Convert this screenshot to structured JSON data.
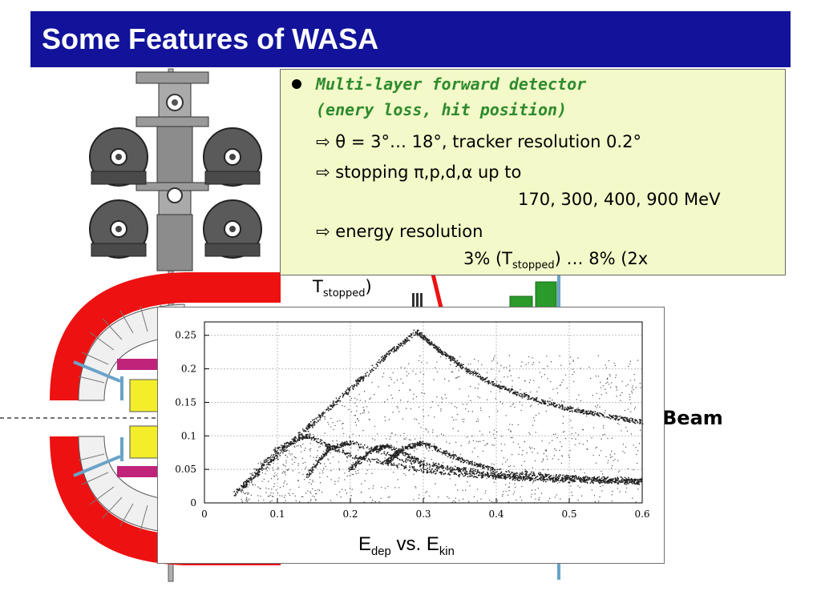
{
  "slide": {
    "title": "Some Features of WASA",
    "beam_label": "Beam"
  },
  "info_box": {
    "heading_line1": "Multi-layer forward detector",
    "heading_line2": "(enery loss, hit position)",
    "arrow_glyph": "⇨",
    "item1": "θ = 3°… 18°, tracker resolution 0.2°",
    "item2_a": "stopping π,p,d,α up to",
    "item2_b": "170, 300, 400, 900 MeV",
    "item3_a": "energy resolution",
    "item3_b_pre": "3% (T",
    "item3_b_sub": "stopped",
    "item3_b_mid": ") … 8% (2x",
    "item3_c_pre": "T",
    "item3_c_sub": "stopped",
    "item3_c_post": ")"
  },
  "plot": {
    "caption_main1": "E",
    "caption_sub1": "dep",
    "caption_mid": " vs. E",
    "caption_sub2": "kin"
  },
  "chart_data": {
    "type": "scatter",
    "title": "",
    "xlabel": "",
    "ylabel": "",
    "xlim": [
      0,
      0.6
    ],
    "ylim": [
      0,
      0.27
    ],
    "xticks": [
      "0",
      "0.1",
      "0.2",
      "0.3",
      "0.4",
      "0.5",
      "0.6"
    ],
    "yticks": [
      "0",
      "0.05",
      "0.1",
      "0.15",
      "0.2",
      "0.25"
    ],
    "grid": true,
    "series": [
      {
        "x": [
          0.04,
          0.1,
          0.15,
          0.2,
          0.25,
          0.29
        ],
        "y": [
          0.012,
          0.07,
          0.12,
          0.17,
          0.22,
          0.255
        ]
      },
      {
        "x": [
          0.29,
          0.32,
          0.35,
          0.4,
          0.45,
          0.5,
          0.55,
          0.6
        ],
        "y": [
          0.255,
          0.23,
          0.205,
          0.175,
          0.155,
          0.14,
          0.13,
          0.12
        ]
      },
      {
        "x": [
          0.05,
          0.1,
          0.14,
          0.2,
          0.3,
          0.4,
          0.5,
          0.6
        ],
        "y": [
          0.02,
          0.08,
          0.1,
          0.07,
          0.048,
          0.038,
          0.033,
          0.03
        ]
      },
      {
        "x": [
          0.14,
          0.17,
          0.2,
          0.3,
          0.4,
          0.5,
          0.6
        ],
        "y": [
          0.04,
          0.08,
          0.09,
          0.055,
          0.04,
          0.035,
          0.032
        ]
      },
      {
        "x": [
          0.2,
          0.23,
          0.25,
          0.3,
          0.4,
          0.5,
          0.6
        ],
        "y": [
          0.05,
          0.08,
          0.085,
          0.06,
          0.042,
          0.036,
          0.033
        ]
      },
      {
        "x": [
          0.25,
          0.27,
          0.3,
          0.35,
          0.4,
          0.5,
          0.6
        ],
        "y": [
          0.06,
          0.08,
          0.09,
          0.065,
          0.048,
          0.038,
          0.034
        ]
      }
    ]
  },
  "colors": {
    "title_bar": "#12139a",
    "info_bg": "#f3f9c8",
    "heading_green": "#2e8b2e",
    "red_shell": "#ee1111",
    "magenta": "#c0237a",
    "yellow": "#f4ee2a",
    "blue_pipe": "#6aa3c8",
    "green_bars": "#2a9a2a"
  }
}
